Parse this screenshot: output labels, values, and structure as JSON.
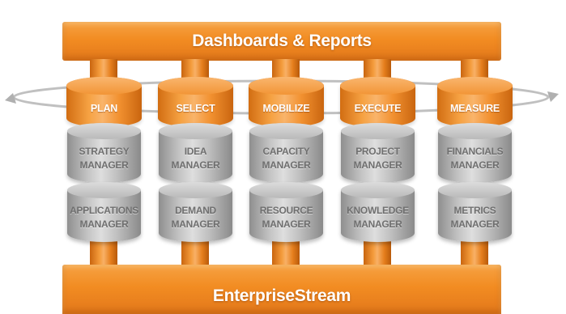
{
  "top_bar": {
    "label": "Dashboards & Reports"
  },
  "bottom_bar": {
    "label": "EnterpriseStream"
  },
  "pillars": [
    {
      "phase": "PLAN",
      "modules": [
        {
          "line1": "STRATEGY",
          "line2": "MANAGER"
        },
        {
          "line1": "APPLICATIONS",
          "line2": "MANAGER"
        }
      ]
    },
    {
      "phase": "SELECT",
      "modules": [
        {
          "line1": "IDEA",
          "line2": "MANAGER"
        },
        {
          "line1": "DEMAND",
          "line2": "MANAGER"
        }
      ]
    },
    {
      "phase": "MOBILIZE",
      "modules": [
        {
          "line1": "CAPACITY",
          "line2": "MANAGER"
        },
        {
          "line1": "RESOURCE",
          "line2": "MANAGER"
        }
      ]
    },
    {
      "phase": "EXECUTE",
      "modules": [
        {
          "line1": "PROJECT",
          "line2": "MANAGER"
        },
        {
          "line1": "KNOWLEDGE",
          "line2": "MANAGER"
        }
      ]
    },
    {
      "phase": "MEASURE",
      "modules": [
        {
          "line1": "FINANCIALS",
          "line2": "MANAGER"
        },
        {
          "line1": "METRICS",
          "line2": "MANAGER"
        }
      ]
    }
  ],
  "colors": {
    "orange": "#f28c22",
    "gray": "#c4c4c4",
    "label_gray": "#6f6f6f"
  }
}
